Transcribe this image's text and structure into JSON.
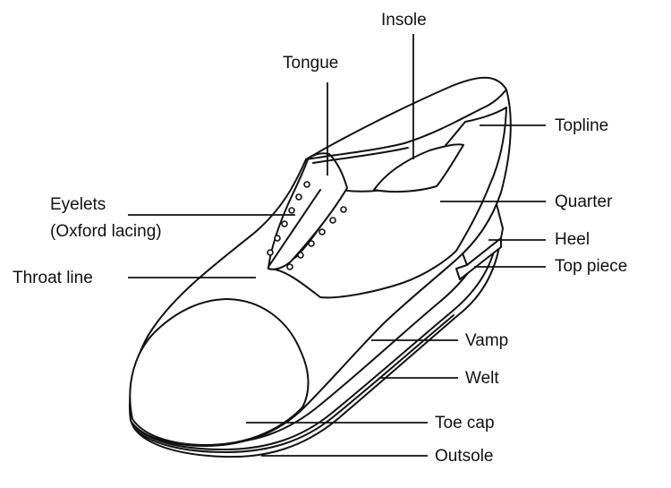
{
  "diagram": {
    "labels": {
      "insole": "Insole",
      "tongue": "Tongue",
      "topline": "Topline",
      "eyelets_line1": "Eyelets",
      "eyelets_line2": "(Oxford lacing)",
      "quarter": "Quarter",
      "heel": "Heel",
      "top_piece": "Top piece",
      "throat_line": "Throat line",
      "vamp": "Vamp",
      "welt": "Welt",
      "toe_cap": "Toe cap",
      "outsole": "Outsole"
    },
    "colors": {
      "ink": "#111111",
      "background": "#ffffff"
    }
  }
}
